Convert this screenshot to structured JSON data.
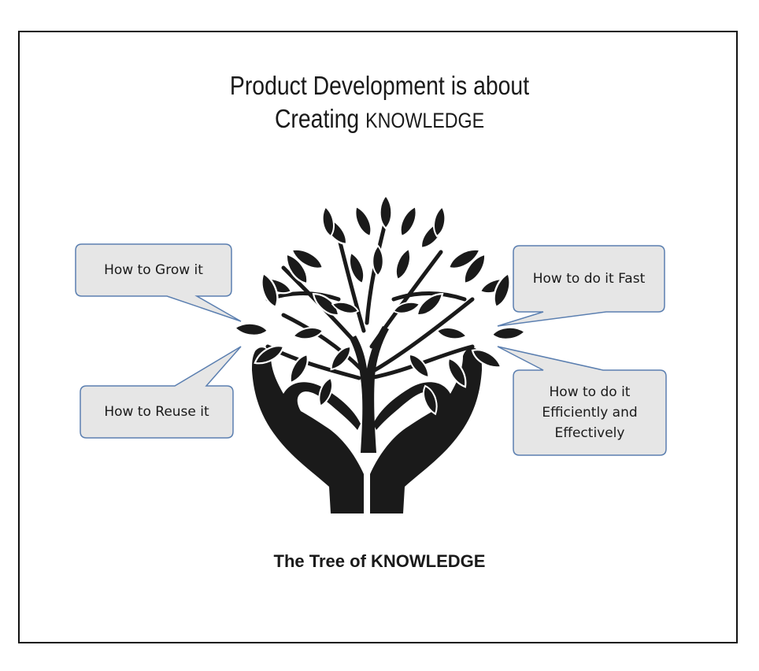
{
  "title": {
    "line1": "Product Development is about",
    "line2_prefix": "Creating ",
    "line2_emphasis": "KNOWLEDGE"
  },
  "callouts": {
    "grow": "How to Grow it",
    "reuse": "How to Reuse it",
    "fast": "How to do it Fast",
    "efficient_line1": "How to do it",
    "efficient_line2": "Efficiently and",
    "efficient_line3": "Effectively"
  },
  "caption": "The Tree of KNOWLEDGE",
  "colors": {
    "callout_fill": "#e6e6e6",
    "callout_border": "#5b7fb0",
    "tree": "#1a1a1a"
  },
  "icons": [
    "tree-of-knowledge-icon",
    "hands-icon"
  ]
}
